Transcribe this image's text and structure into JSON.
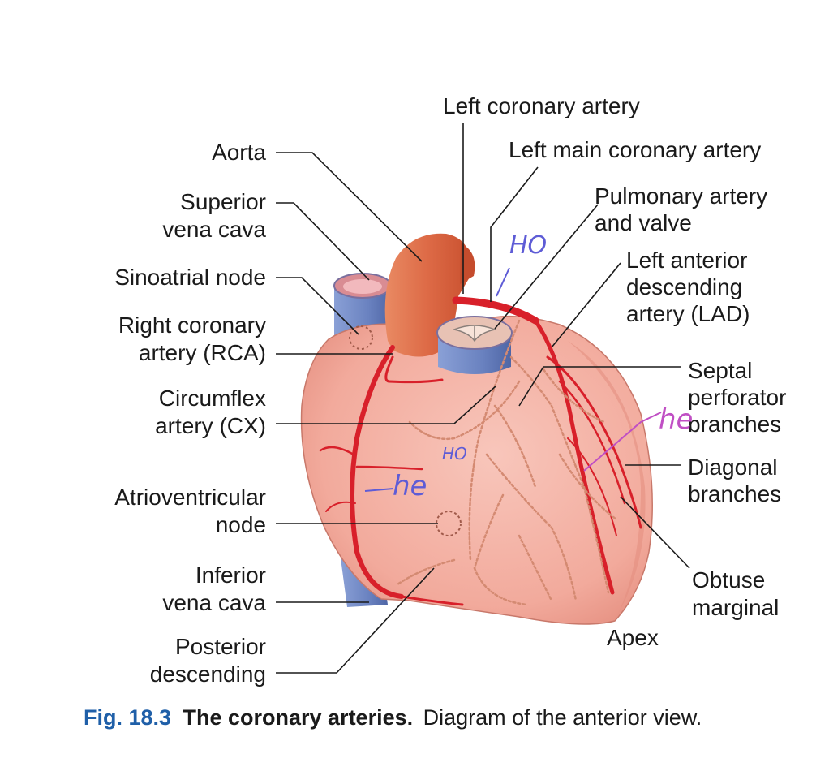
{
  "labels": {
    "aorta": "Aorta",
    "svc_1": "Superior",
    "svc_2": "vena cava",
    "sa_node": "Sinoatrial node",
    "rca_1": "Right coronary",
    "rca_2": "artery (RCA)",
    "cx_1": "Circumflex",
    "cx_2": "artery (CX)",
    "av_1": "Atrioventricular",
    "av_2": "node",
    "ivc_1": "Inferior",
    "ivc_2": "vena cava",
    "pd_1": "Posterior",
    "pd_2": "descending",
    "lca": "Left coronary artery",
    "lmca": "Left main coronary artery",
    "pa_1": "Pulmonary artery",
    "pa_2": "and valve",
    "lad_1": "Left anterior",
    "lad_2": "descending",
    "lad_3": "artery (LAD)",
    "sp_1": "Septal",
    "sp_2": "perforator",
    "sp_3": "branches",
    "diag_1": "Diagonal",
    "diag_2": "branches",
    "om_1": "Obtuse",
    "om_2": "marginal",
    "apex": "Apex"
  },
  "annotations": {
    "ho_top": "HO",
    "ho_mid": "HO",
    "he_left": "he",
    "he_right": "he"
  },
  "caption": {
    "fig": "Fig. 18.3",
    "title": "The coronary arteries.",
    "body": "Diagram of the anterior view."
  },
  "colors": {
    "myocardium": "#f3b2a6",
    "myocardium_shade": "#e89384",
    "artery": "#d8202a",
    "aorta": "#df6a48",
    "vein": "#6f86c2",
    "vessel_dotted": "#d48a72",
    "handwriting": "#5e5cd6",
    "figure_number": "#1f5fa8"
  }
}
